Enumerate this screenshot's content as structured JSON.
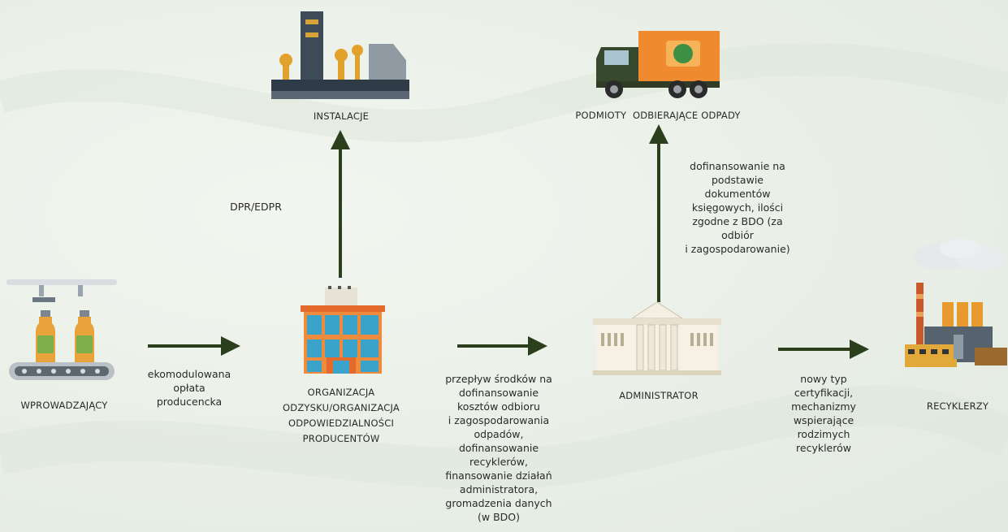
{
  "nodes": {
    "producer": "WPROWADZAJĄCY",
    "organization": "ORGANIZACJA\nODZYSKU/ORGANIZACJA\nODPOWIEDZIALNOŚCI\nPRODUCENTÓW",
    "administrator": "ADMINISTRATOR",
    "recyclers": "RECYKLERZY",
    "installations": "INSTALACJE",
    "collectors": "PODMIOTY  ODBIERAJĄCE ODPADY"
  },
  "flows": {
    "fee": "ekomodulowana\nopłata\nproducencka",
    "dpr": "DPR/EDPR",
    "funding_flow": "przepływ środków na\ndofinansowanie\nkosztów odbioru\ni zagospodarowania\nodpadów,\ndofinansowanie\nrecyklerów,\nfinansowanie działań\nadministratora,\ngromadzenia danych\n(w BDO)",
    "collector_funding": "dofinansowanie na\npodstawie\ndokumentów\nksięgowych, ilości\nzgodne z BDO (za\nodbiór\ni zagospodarowanie)",
    "recycler_support": "nowy typ\ncertyfikacji,\nmechanizmy\nwspierające\nrodzimych\nrecyklerów"
  },
  "icons": {
    "producer": "bottling-line-icon",
    "organization": "office-building-icon",
    "administrator": "government-building-icon",
    "recyclers": "recycling-factory-icon",
    "installations": "industrial-installation-icon",
    "collectors": "garbage-truck-icon"
  },
  "colors": {
    "arrow": "#2b3f1c",
    "text": "#2a2a2a"
  }
}
